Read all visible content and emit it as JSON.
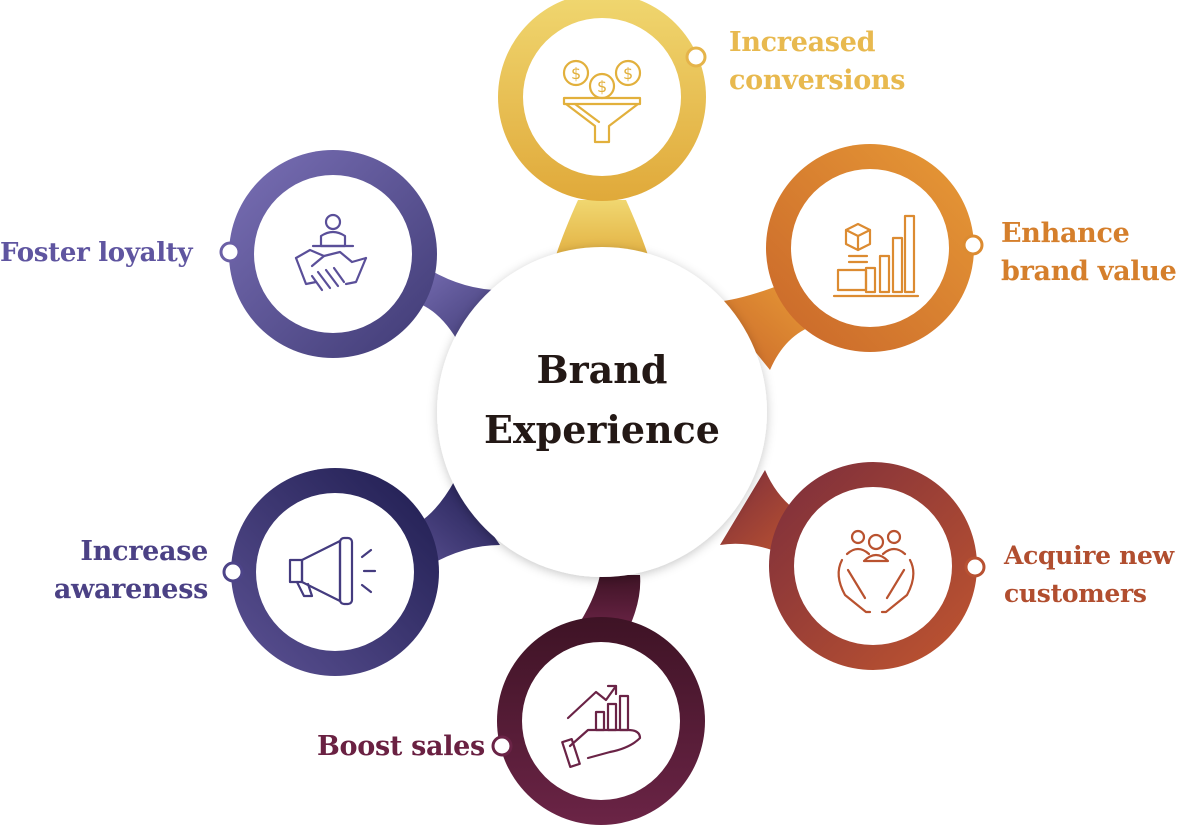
{
  "center": {
    "line1": "Brand",
    "line2": "Experience"
  },
  "nodes": [
    {
      "id": "increased-conversions",
      "lines": [
        "Increased",
        "conversions"
      ],
      "color": "#e8b53b",
      "icon": "funnel-coins-icon"
    },
    {
      "id": "enhance-brand-value",
      "lines": [
        "Enhance",
        "brand value"
      ],
      "color": "#d9842a",
      "icon": "growth-bars-icon"
    },
    {
      "id": "acquire-new-customers",
      "lines": [
        "Acquire new",
        "customers"
      ],
      "color": "#b04a2e",
      "icon": "hands-people-icon"
    },
    {
      "id": "boost-sales",
      "lines": [
        "Boost sales"
      ],
      "color": "#6a1f3c",
      "icon": "hand-chart-icon"
    },
    {
      "id": "increase-awareness",
      "lines": [
        "Increase",
        "awareness"
      ],
      "color": "#4b3f7f",
      "icon": "megaphone-icon"
    },
    {
      "id": "foster-loyalty",
      "lines": [
        "Foster loyalty"
      ],
      "color": "#6a5ea6",
      "icon": "handshake-icon"
    }
  ]
}
